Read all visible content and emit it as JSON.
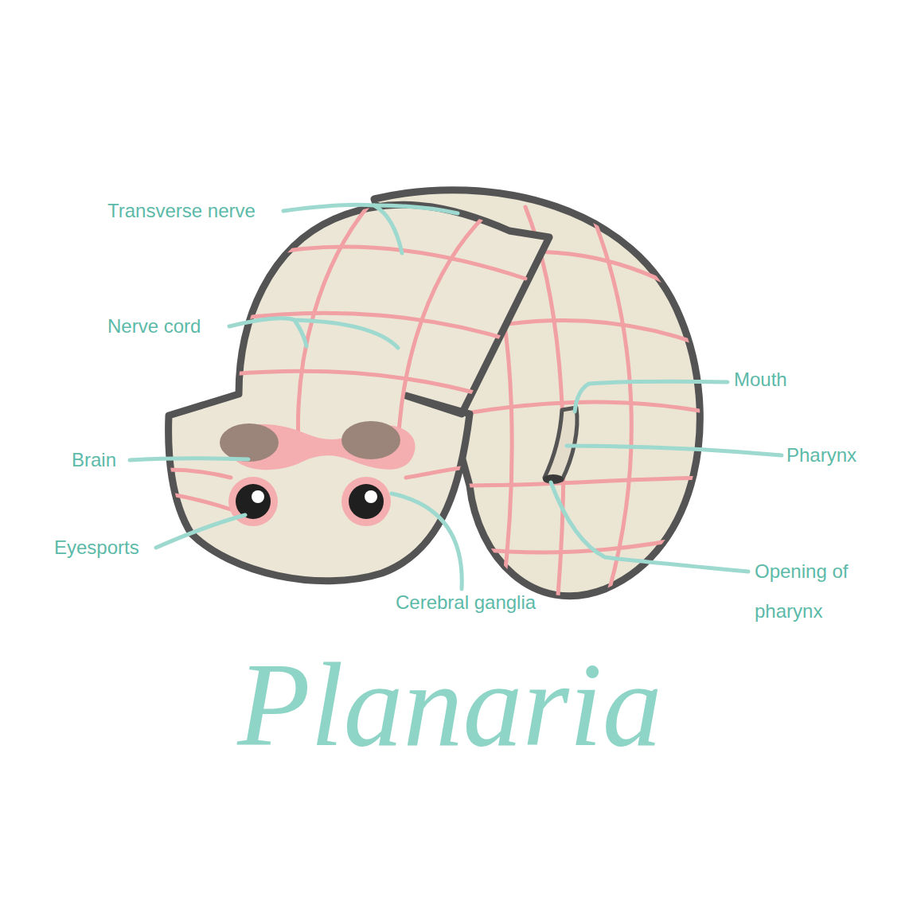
{
  "diagram": {
    "title": "Planaria",
    "labels": [
      "Transverse nerve",
      "Nerve cord",
      "Brain",
      "Eyesports",
      "Cerebral ganglia",
      "Mouth",
      "Pharynx",
      "Opening of pharynx"
    ]
  }
}
